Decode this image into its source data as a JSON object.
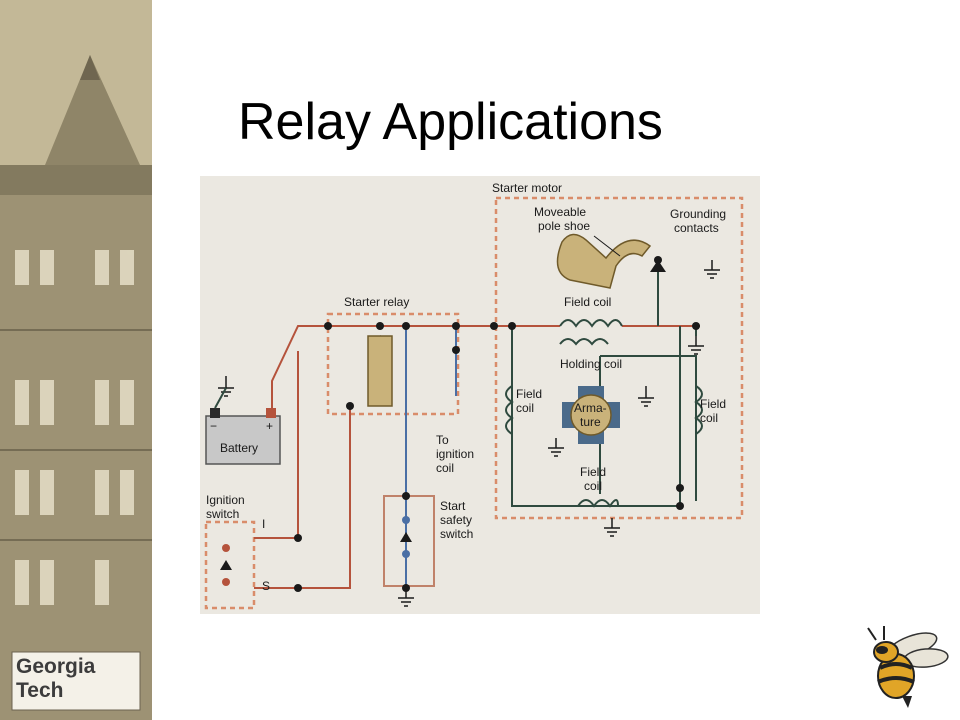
{
  "slide": {
    "title": "Relay Applications"
  },
  "logo": {
    "line1": "Georgia",
    "line2": "Tech"
  },
  "diagram": {
    "starter_motor": "Starter motor",
    "moveable_pole_shoe_1": "Moveable",
    "moveable_pole_shoe_2": "pole shoe",
    "grounding_contacts_1": "Grounding",
    "grounding_contacts_2": "contacts",
    "starter_relay": "Starter relay",
    "field_coil_top": "Field coil",
    "holding_coil": "Holding coil",
    "field_coil_left_1": "Field",
    "field_coil_left_2": "coil",
    "field_coil_right_1": "Field",
    "field_coil_right_2": "coil",
    "field_coil_bottom_1": "Field",
    "field_coil_bottom_2": "coil",
    "armature_1": "Arma-",
    "armature_2": "ture",
    "battery": "Battery",
    "battery_minus": "−",
    "battery_plus": "+",
    "to_ignition_1": "To",
    "to_ignition_2": "ignition",
    "to_ignition_3": "coil",
    "ignition_switch_1": "Ignition",
    "ignition_switch_2": "switch",
    "terminal_i": "I",
    "terminal_s": "S",
    "start_safety_1": "Start",
    "start_safety_2": "safety",
    "start_safety_3": "switch"
  },
  "colors": {
    "sidebar": "#b8ac8c",
    "wire_red": "#b5533c",
    "wire_blue": "#4a6fa5",
    "dashed": "#d98c6a"
  }
}
